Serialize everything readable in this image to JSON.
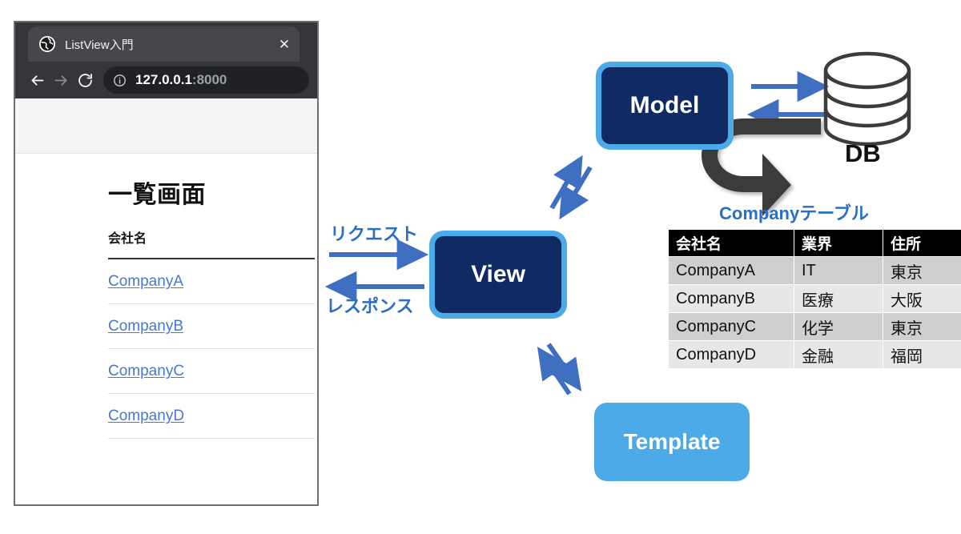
{
  "browser": {
    "tab": {
      "favicon": "globe-icon",
      "title": "ListView入門",
      "close_label": "✕"
    },
    "toolbar": {
      "back_icon": "back-arrow-icon",
      "forward_icon": "forward-arrow-icon",
      "reload_icon": "reload-icon",
      "site_info_icon": "info-circle-icon",
      "url_host": "127.0.0.1",
      "url_port": ":8000"
    },
    "page": {
      "heading": "一覧画面",
      "table": {
        "columns": [
          "会社名"
        ],
        "rows": [
          {
            "name": "CompanyA"
          },
          {
            "name": "CompanyB"
          },
          {
            "name": "CompanyC"
          },
          {
            "name": "CompanyD"
          }
        ]
      },
      "link_color": "#4a77d4"
    }
  },
  "diagram": {
    "nodes": {
      "model": "Model",
      "view": "View",
      "template": "Template",
      "db": "DB"
    },
    "labels": {
      "request": "リクエスト",
      "response": "レスポンス",
      "table_title": "Companyテーブル"
    },
    "colors": {
      "node_fill": "#102a63",
      "node_border": "#4daae8",
      "template_fill": "#4daae8",
      "arrow_blue": "#3f6fc0",
      "label_blue": "#2a6fc4",
      "curved_arrow": "#3a3a3a",
      "db_stroke": "#3c3c3c"
    },
    "icons": {
      "database": "database-cylinder-icon",
      "curved": "curved-arrow-icon"
    }
  },
  "company_table": {
    "title": "Companyテーブル",
    "columns": [
      "会社名",
      "業界",
      "住所"
    ],
    "rows": [
      [
        "CompanyA",
        "IT",
        "東京"
      ],
      [
        "CompanyB",
        "医療",
        "大阪"
      ],
      [
        "CompanyC",
        "化学",
        "東京"
      ],
      [
        "CompanyD",
        "金融",
        "福岡"
      ]
    ],
    "header_bg": "#000000",
    "row_bg_odd": "#cfcfcf",
    "row_bg_even": "#e7e7e7"
  }
}
